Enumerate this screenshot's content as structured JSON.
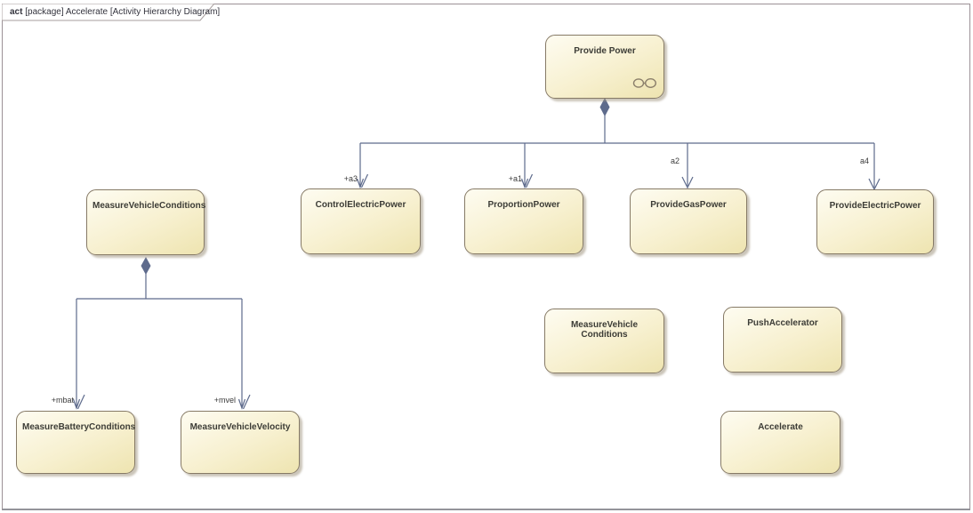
{
  "frame": {
    "keyword": "act",
    "title": " [package] Accelerate [Activity Hierarchy Diagram]"
  },
  "colors": {
    "node_border": "#867a66",
    "node_fill_top": "#fefcf1",
    "node_fill_bottom": "#eee4b0",
    "connector": "#5e6b8c",
    "frame_border": "#9c9196"
  },
  "nodes": [
    {
      "label": "Provide Power",
      "has_decomposition_icon": true
    },
    {
      "label": "ControlElectricPower"
    },
    {
      "label": "ProportionPower"
    },
    {
      "label": "ProvideGasPower"
    },
    {
      "label": "ProvideElectricPower"
    },
    {
      "label": "MeasureVehicleConditions"
    },
    {
      "label": "MeasureBatteryConditions"
    },
    {
      "label": "MeasureVehicleVelocity"
    },
    {
      "label": "MeasureVehicle Conditions"
    },
    {
      "label": "PushAccelerator"
    },
    {
      "label": "Accelerate"
    }
  ],
  "edge_labels": [
    {
      "label": "+a3"
    },
    {
      "label": "+a1"
    },
    {
      "label": "a2"
    },
    {
      "label": "a4"
    },
    {
      "label": "+mbat"
    },
    {
      "label": "+mvel"
    }
  ]
}
